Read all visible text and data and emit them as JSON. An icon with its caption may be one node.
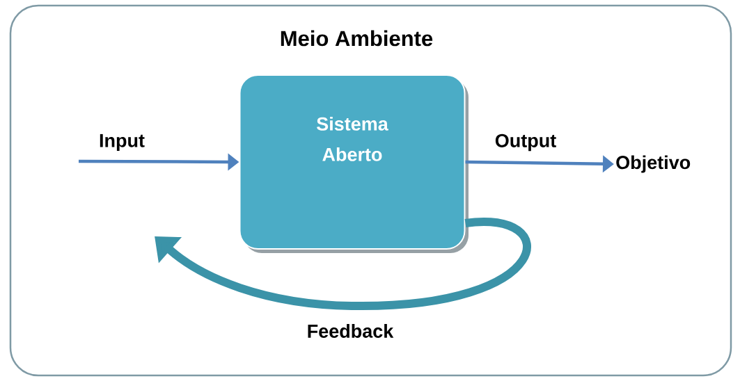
{
  "diagram": {
    "nodes": [
      {
        "text": [
          "Meio Ambiente"
        ]
      },
      {
        "text": [
          "Sistema Aberto"
        ],
        "in": 0
      },
      {
        "text": [
          "Objetivo"
        ],
        "in": 0
      }
    ],
    "edges": [
      {
        "from": null,
        "to": 1,
        "arrow": "to",
        "label": "Input"
      },
      {
        "from": 1,
        "to": 2,
        "arrow": "to",
        "label": "Output"
      },
      {
        "from": 1,
        "to": null,
        "arrow": "to",
        "label": "Feedback",
        "style": "thick",
        "color": "#3b93a8"
      }
    ]
  }
}
